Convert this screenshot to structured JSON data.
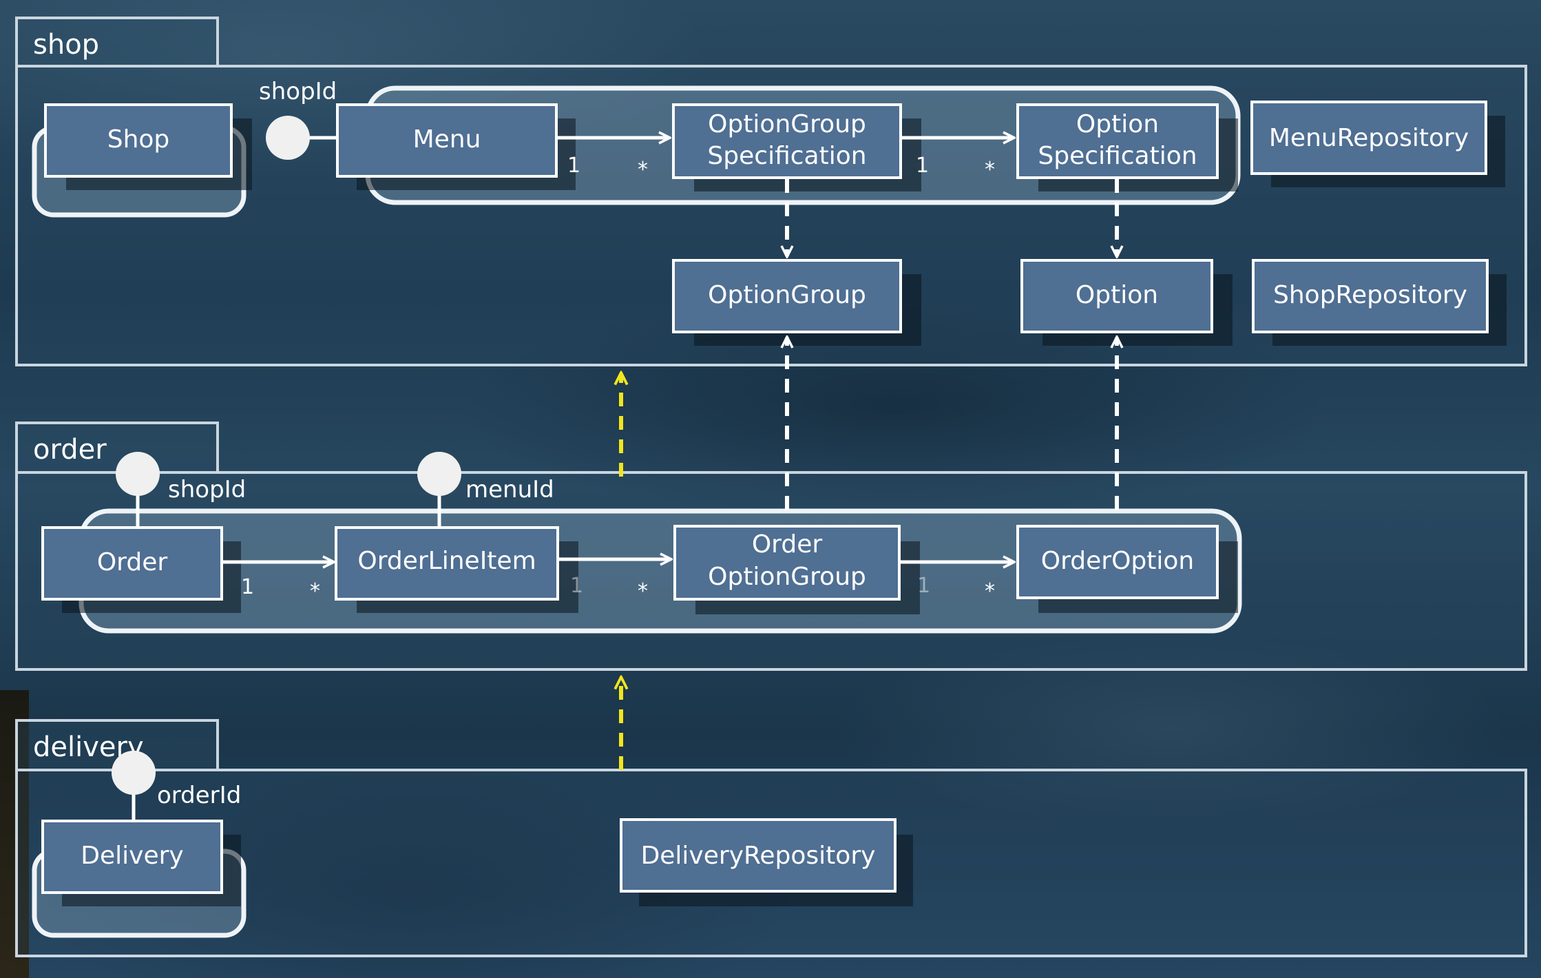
{
  "packages": {
    "shop": "shop",
    "order": "order",
    "delivery": "delivery"
  },
  "classes": {
    "shop": [
      "Shop"
    ],
    "menu": [
      "Menu"
    ],
    "option_group_spec": [
      "OptionGroup",
      "Specification"
    ],
    "option_spec": [
      "Option",
      "Specification"
    ],
    "menu_repository": [
      "MenuRepository"
    ],
    "option_group": [
      "OptionGroup"
    ],
    "option": [
      "Option"
    ],
    "shop_repository": [
      "ShopRepository"
    ],
    "order": [
      "Order"
    ],
    "order_line_item": [
      "OrderLineItem"
    ],
    "order_option_group": [
      "Order",
      "OptionGroup"
    ],
    "order_option": [
      "OrderOption"
    ],
    "delivery": [
      "Delivery"
    ],
    "delivery_repository": [
      "DeliveryRepository"
    ]
  },
  "ports": {
    "shop_menu": "shopId",
    "order_shop": "shopId",
    "order_menu": "menuId",
    "delivery_order": "orderId"
  },
  "multiplicity": {
    "one": "1",
    "many": "*"
  },
  "colors": {
    "class_fill": "#4f6f93",
    "border": "#ffffff",
    "package_dependency": "#f2e51e"
  }
}
